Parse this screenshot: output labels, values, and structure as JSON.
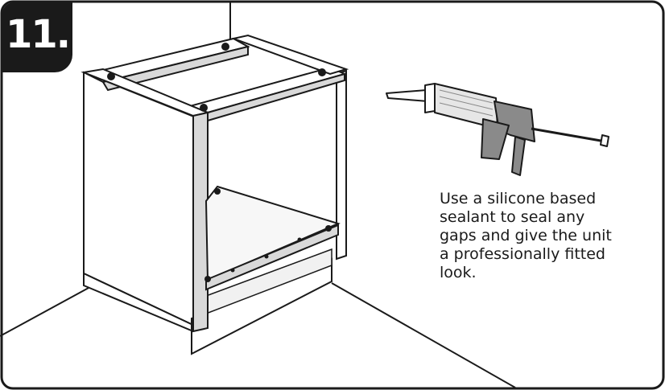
{
  "step": {
    "number": "11."
  },
  "instruction": {
    "lines": [
      "Use a silicone based",
      "sealant to seal any",
      "gaps and give the unit",
      "a professionally fitted",
      "look."
    ]
  },
  "colors": {
    "frame": "#1a1a1a",
    "badge": "#1a1a1a",
    "gun_body": "#8a8a8a",
    "cartridge": "#d9d9d9",
    "edge": "#b5b5b5"
  }
}
